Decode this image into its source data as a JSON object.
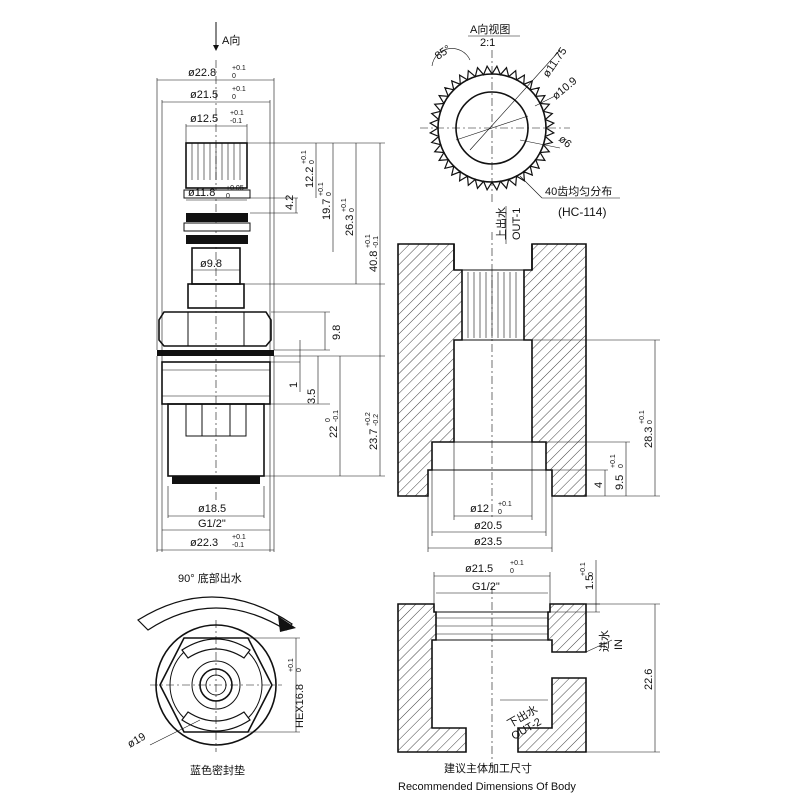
{
  "views": {
    "main": {
      "direction_label": "A向",
      "dims": {
        "d22_8": "ø22.8",
        "d21_5": "ø21.5",
        "d12_5": "ø12.5",
        "d11_8": "ø11.8",
        "d9_8": "ø9.8",
        "d18_5": "ø18.5",
        "g1_2": "G1/2\"",
        "d22_3": "ø22.3",
        "h12_2": "12.2",
        "h4_2": "4.2",
        "h19_7": "19.7",
        "h26_3": "26.3",
        "h40_8": "40.8",
        "h9_8": "9.8",
        "h1": "1",
        "h3_5": "3.5",
        "h22": "22",
        "h23_7": "23.7"
      },
      "tol": {
        "p01": "+0.1",
        "z": "0",
        "m01": "-0.1",
        "p005": "+0.05",
        "p02": "+0.2",
        "m02": "-0.2"
      }
    },
    "a_view": {
      "title": "A向视图",
      "scale": "2:1",
      "angle": "85°",
      "d11_75": "ø11.75",
      "d10_9": "ø10.9",
      "d6": "ø6",
      "teeth_note": "40齿均匀分布",
      "code": "(HC-114)"
    },
    "body_section": {
      "outlet1_cn": "上出水",
      "outlet1_en": "OUT-1",
      "h28_3": "28.3",
      "h9_5": "9.5",
      "h4": "4",
      "d12": "ø12",
      "d20_5": "ø20.5",
      "d23_5": "ø23.5"
    },
    "bottom_view": {
      "rotate_label": "90° 底部出水",
      "hex": "HEX16.8",
      "d19": "ø19",
      "seal_label": "蓝色密封垫"
    },
    "recommended": {
      "d21_5": "ø21.5",
      "g1_2": "G1/2\"",
      "h1_5": "1.5",
      "inlet_cn": "进水",
      "inlet_en": "IN",
      "h22_6": "22.6",
      "outlet2_cn": "下出水",
      "outlet2_en": "OUT-2",
      "caption_cn": "建议主体加工尺寸",
      "caption_en": "Recommended Dimensions Of Body"
    }
  }
}
